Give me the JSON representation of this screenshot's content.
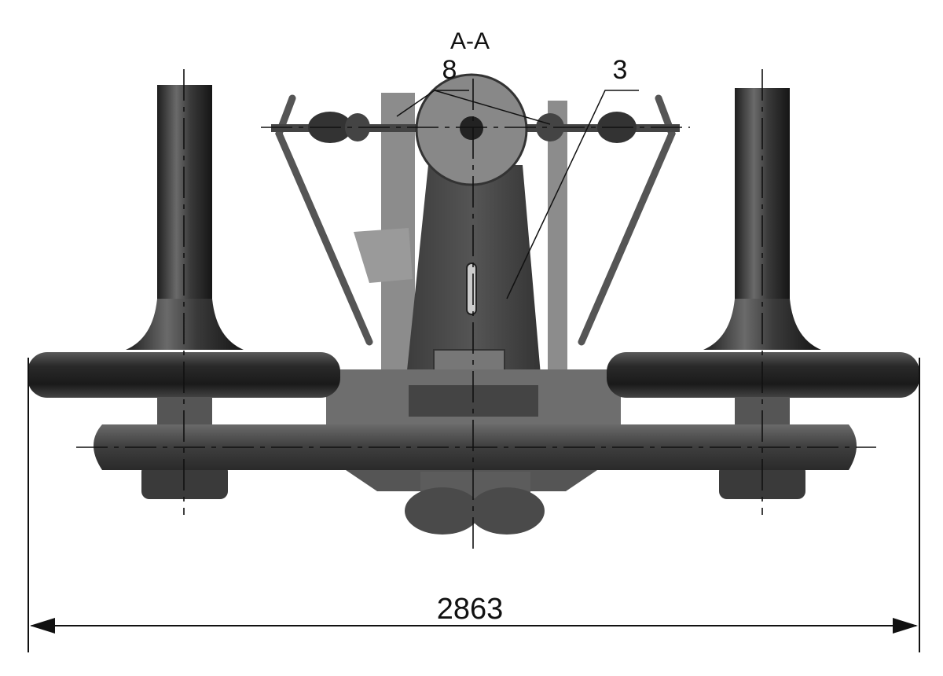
{
  "drawing": {
    "section_label": "A-A",
    "callouts": [
      "8",
      "3"
    ],
    "dimension": "2863"
  },
  "colors": {
    "metal_dark": "#2e2e2e",
    "metal_mid": "#5a5a5a",
    "metal_light": "#8f8f8f",
    "line": "#111111"
  }
}
